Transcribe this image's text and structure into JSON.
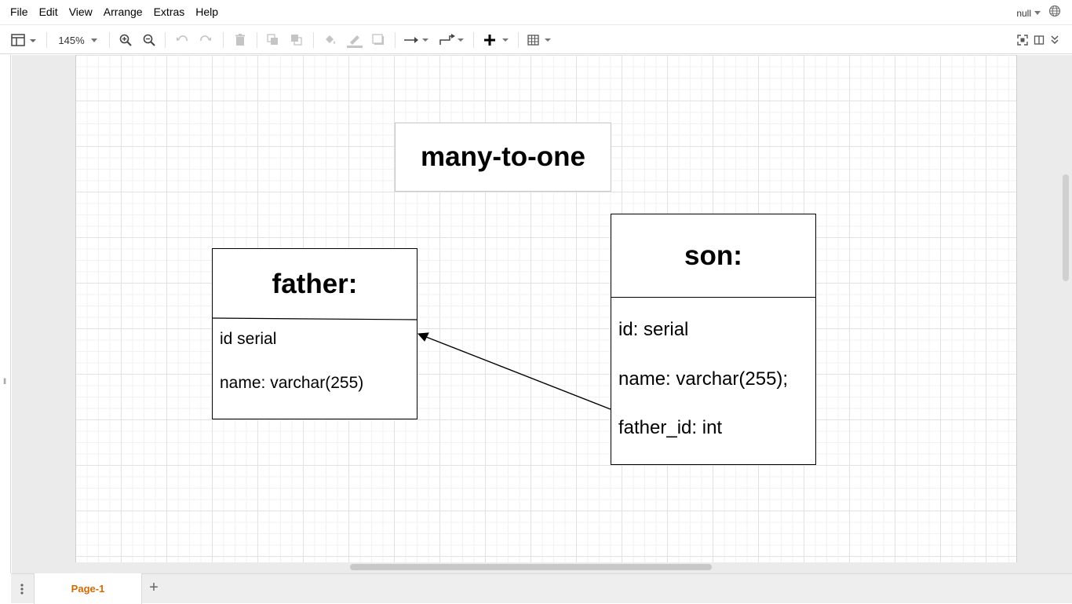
{
  "menu": {
    "items": [
      "File",
      "Edit",
      "View",
      "Arrange",
      "Extras",
      "Help"
    ],
    "user_label": "null"
  },
  "toolbar": {
    "zoom": "145%",
    "icons": [
      "format-panel-icon",
      "zoom-in-icon",
      "zoom-out-icon",
      "undo-icon",
      "redo-icon",
      "delete-icon",
      "to-front-icon",
      "to-back-icon",
      "fill-color-icon",
      "line-color-icon",
      "shadow-icon",
      "connection-icon",
      "waypoints-icon",
      "insert-icon",
      "table-icon",
      "fullscreen-icon",
      "toggle-format-icon",
      "collapse-icon"
    ]
  },
  "diagram": {
    "title": "many-to-one",
    "father": {
      "header": "father:",
      "fields": [
        "id serial",
        "name: varchar(255)"
      ]
    },
    "son": {
      "header": "son:",
      "fields": [
        "id: serial",
        "name: varchar(255);",
        "father_id: int"
      ]
    }
  },
  "tabs": {
    "pages": [
      "Page-1"
    ],
    "active": "Page-1",
    "accent_color": "#d46a00"
  }
}
